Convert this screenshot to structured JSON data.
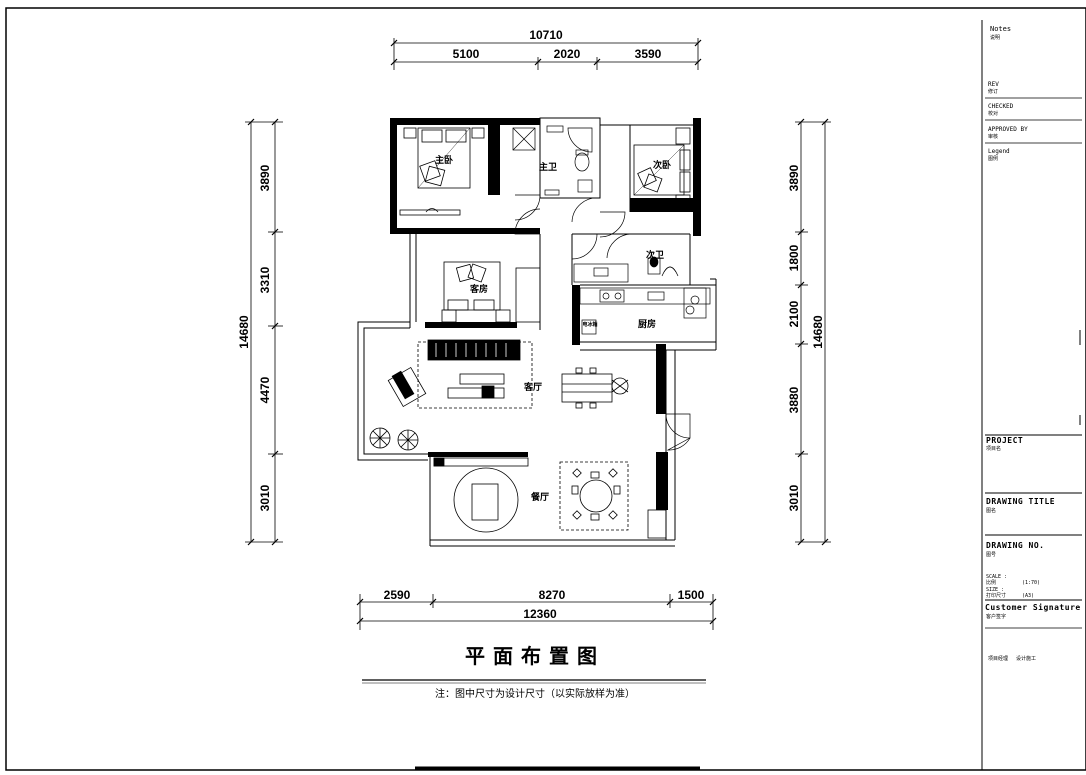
{
  "dimensions": {
    "top_total": "10710",
    "top": [
      "5100",
      "2020",
      "3590"
    ],
    "bottom": [
      "2590",
      "8270",
      "1500"
    ],
    "bottom_total": "12360",
    "left": [
      "3890",
      "3310",
      "4470",
      "3010"
    ],
    "left_total": "14680",
    "right": [
      "3890",
      "1800",
      "2100",
      "3880",
      "3010"
    ],
    "right_total": "14680"
  },
  "rooms": {
    "master_bedroom": "主卧",
    "master_bath": "主卫",
    "second_bedroom": "次卧",
    "second_bath": "次卫",
    "guest_room": "客房",
    "kitchen": "厨房",
    "living_room": "客厅",
    "dining_room": "餐厅",
    "fridge": "电冰箱"
  },
  "drawing_title": "平面布置图",
  "note": "注：图中尺寸为设计尺寸（以实际放样为准）",
  "title_block": {
    "notes": "Notes",
    "notes_cn": "说明",
    "rev": "REV",
    "rev_cn": "修订",
    "checked": "CHECKED",
    "checked_cn": "校对",
    "approved": "APPROVED BY",
    "approved_cn": "审核",
    "legend": "Legend",
    "legend_cn": "图例",
    "project": "PROJECT",
    "project_cn": "项目名",
    "drawing_title": "DRAWING TITLE",
    "drawing_title_cn": "图名",
    "drawing_no": "DRAWING NO.",
    "drawing_no_cn": "图号",
    "scale": "SCALE :",
    "scale_cn": "比例",
    "scale_val": "(1:70)",
    "size": "SIZE :",
    "size_cn": "打印尺寸",
    "size_val": "(A3)",
    "signature": "Customer Signature",
    "signature_cn": "客户签字",
    "footer_left": "项目经理",
    "footer_right": "设计施工"
  }
}
